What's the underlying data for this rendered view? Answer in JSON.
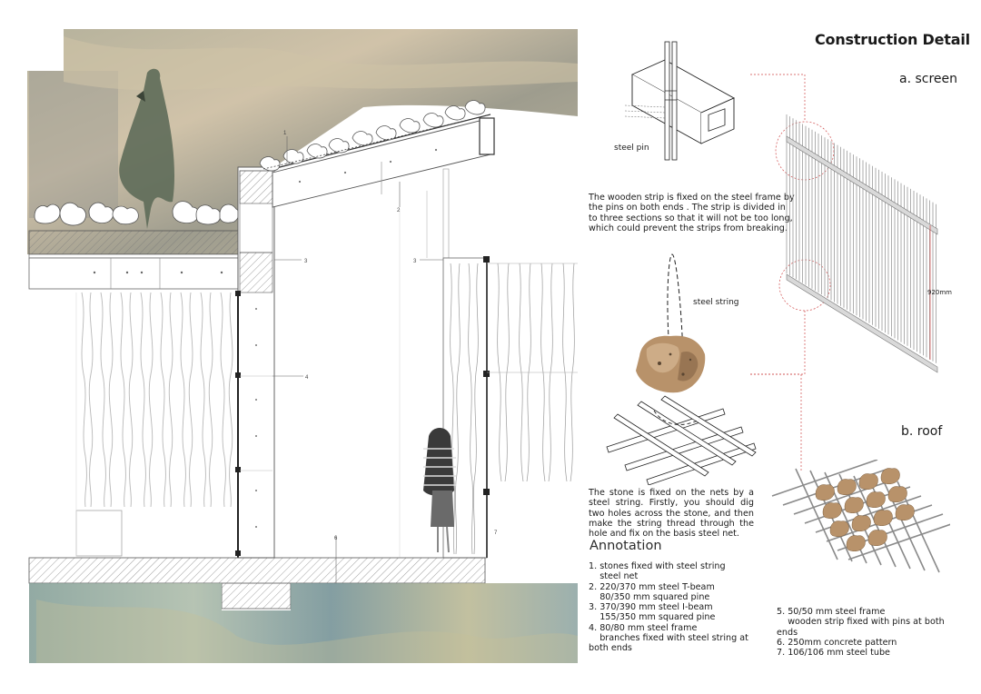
{
  "title": "Construction Detail",
  "screen_label": "a. screen",
  "roof_label": "b. roof",
  "steel_pin_label": "steel pin",
  "steel_string_label": "steel string",
  "dimension_label": "920mm",
  "wooden_strip_text": [
    "The wooden strip is fixed on the steel frame by",
    "the pins on both ends . The strip is divided in",
    "to three sections so that it will not be too long,",
    "which could prevent the strips from breaking."
  ],
  "stone_text": "The stone is fixed on the nets by a steel string. Firstly, you should dig two holes across the stone, and then make the string thread through the hole and fix on the basis steel net.",
  "annotation_heading": "Annotation",
  "annotation_items": [
    "1. stones fixed with steel string",
    "    steel net",
    "2. 220/370 mm steel T-beam",
    "    80/350 mm squared pine",
    "3. 370/390 mm steel I-beam",
    "    155/350 mm squared pine",
    "4. 80/80 mm steel frame",
    "    branches fixed with steel string at",
    "both ends"
  ],
  "annotation_items_2": [
    "5. 50/50 mm steel frame",
    "    wooden strip fixed with pins at both",
    "ends",
    "6. 250mm concrete pattern",
    "7. 106/106 mm steel tube"
  ],
  "section_markers": [
    "1",
    "2",
    "3",
    "3",
    "4",
    "6",
    "7"
  ],
  "colors": {
    "ink": "#1a1a1a",
    "red_dash": "#d04a4a",
    "stone": "#b8926a",
    "sky": "#8a9a8c"
  }
}
